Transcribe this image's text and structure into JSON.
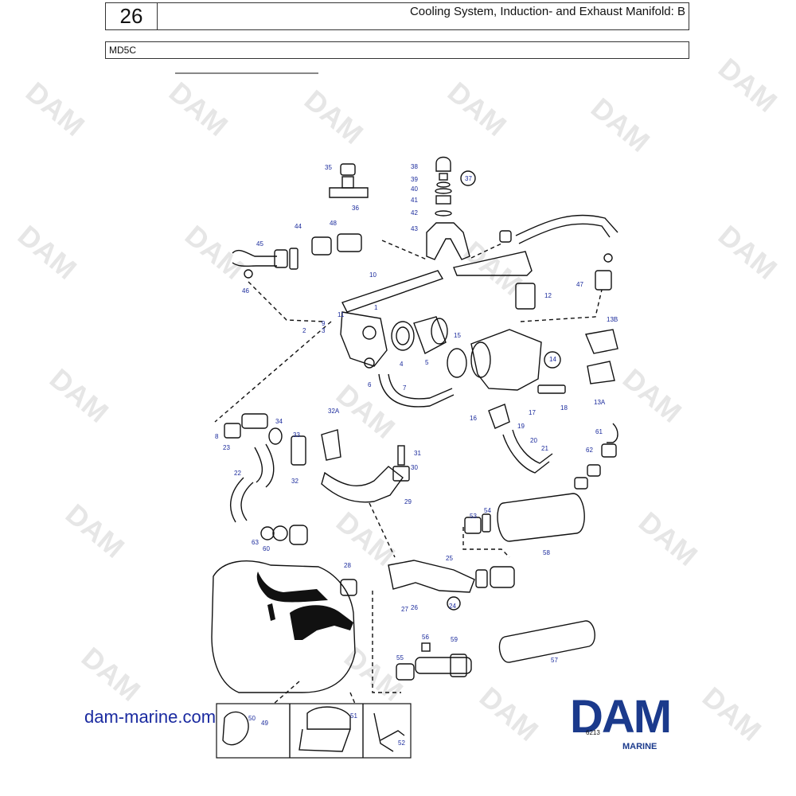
{
  "header": {
    "page_number": "26",
    "title": "Cooling System, Induction- and Exhaust Manifold: B"
  },
  "model": "MD5C",
  "watermark": "DAM",
  "website": "dam-marine.com",
  "logo": {
    "text": "DAM",
    "sub": "MARINE"
  },
  "drawing_code": "6213",
  "part_labels": [
    "1",
    "2",
    "3",
    "4",
    "5",
    "6",
    "7",
    "8",
    "9",
    "10",
    "11",
    "12",
    "13A",
    "13B",
    "14",
    "15",
    "16",
    "17",
    "18",
    "19",
    "20",
    "21",
    "22",
    "23",
    "24",
    "25",
    "26",
    "27",
    "28",
    "29",
    "30",
    "31",
    "32",
    "32A",
    "33",
    "34",
    "35",
    "36",
    "37",
    "38",
    "39",
    "40",
    "41",
    "42",
    "43",
    "44",
    "45",
    "46",
    "47",
    "48",
    "49",
    "50",
    "51",
    "52",
    "53",
    "54",
    "55",
    "56",
    "57",
    "58",
    "59",
    "60",
    "61",
    "62",
    "63"
  ],
  "colors": {
    "label": "#1a2a9c",
    "brand": "#1b3a8c"
  }
}
